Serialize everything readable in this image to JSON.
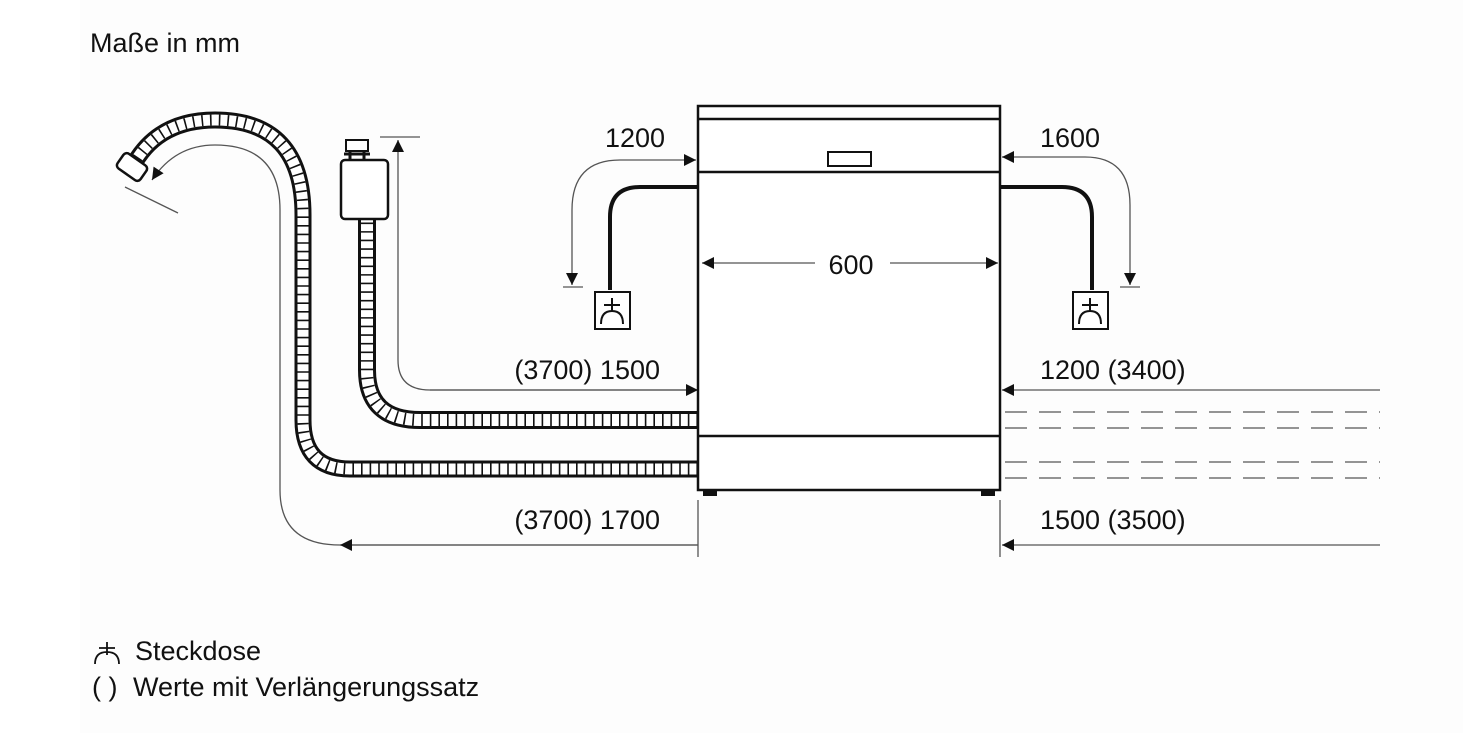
{
  "title": "Maße in mm",
  "dimensions": {
    "left_power": "1200",
    "right_power": "1600",
    "width": "600",
    "left_inlet": "(3700) 1500",
    "right_inlet": "1200 (3400)",
    "left_drain": "(3700) 1700",
    "right_drain": "1500 (3500)"
  },
  "legend": {
    "socket_icon": "socket-icon",
    "socket_label": "Steckdose",
    "extension_symbol": "( )",
    "extension_label": "Werte mit Verlängerungssatz"
  }
}
